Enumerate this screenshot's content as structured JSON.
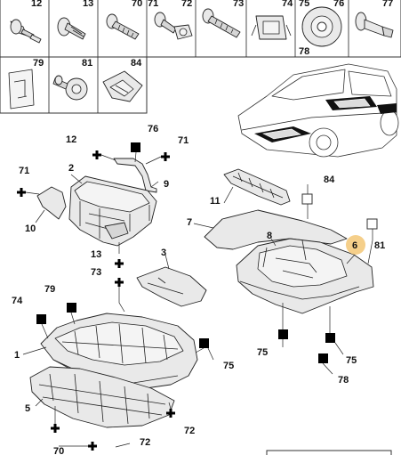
{
  "fastener_grid": {
    "top_row": [
      "12",
      "13",
      "70",
      "71",
      "72",
      "73",
      "74",
      "75",
      "76",
      "77",
      "78"
    ],
    "second_row": [
      "79",
      "81",
      "84"
    ]
  },
  "callouts": {
    "c1": "1",
    "c2": "2",
    "c3": "3",
    "c5": "5",
    "c6": "6",
    "c7": "7",
    "c8": "8",
    "c9": "9",
    "c10": "10",
    "c11": "11",
    "c12": "12",
    "c13": "13",
    "c70": "70",
    "c71": "71",
    "c72": "72",
    "c72b": "72",
    "c73": "73",
    "c74": "74",
    "c75a": "75",
    "c75b": "75",
    "c75c": "75",
    "c76": "76",
    "c78": "78",
    "c79": "79",
    "c81": "81",
    "c84": "84"
  },
  "colors": {
    "highlight": "#f5cf8a",
    "line": "#222222",
    "part_fill": "#e9e9e9"
  }
}
